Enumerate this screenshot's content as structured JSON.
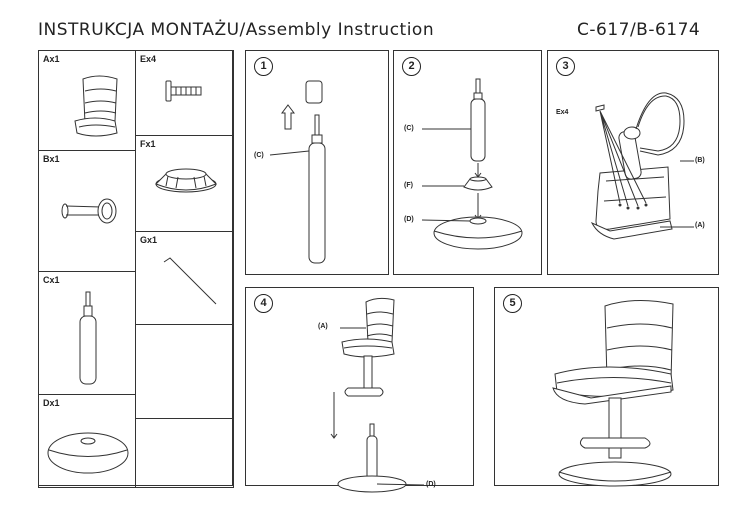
{
  "header": {
    "title": "INSTRUKCJA  MONTAŻU/Assembly  Instruction",
    "model": "C-617/B-6174"
  },
  "parts": [
    {
      "label": "Ax1"
    },
    {
      "label": "Bx1"
    },
    {
      "label": "Cx1"
    },
    {
      "label": "Dx1"
    },
    {
      "label": "Ex4"
    },
    {
      "label": "Fx1"
    },
    {
      "label": "Gx1"
    }
  ],
  "steps": [
    {
      "number": "1",
      "callouts": [
        "(C)"
      ]
    },
    {
      "number": "2",
      "callouts": [
        "(C)",
        "(F)",
        "(D)"
      ]
    },
    {
      "number": "3",
      "callouts": [
        "Ex4",
        "(B)",
        "(A)"
      ]
    },
    {
      "number": "4",
      "callouts": [
        "(A)",
        "(D)"
      ]
    },
    {
      "number": "5",
      "callouts": []
    }
  ]
}
